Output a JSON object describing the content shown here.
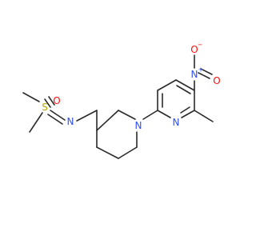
{
  "colors": {
    "bond": "#2a2a2a",
    "nitrogen": "#3050f8",
    "oxygen": "#ff0d0d",
    "sulfur": "#b8a600",
    "background": "#ffffff"
  },
  "atoms": {
    "nitro_oxygen_top": {
      "symbol": "O",
      "charge": "−"
    },
    "nitro_nitrogen": {
      "symbol": "N",
      "charge": "+"
    },
    "nitro_oxygen_right": {
      "symbol": "O"
    },
    "sulfoximine_oxygen": {
      "symbol": "O"
    },
    "sulfur": {
      "symbol": "S"
    },
    "imine_nitrogen": {
      "symbol": "N"
    },
    "piperidine_nitrogen": {
      "symbol": "N"
    },
    "pyridine_nitrogen": {
      "symbol": "N"
    }
  }
}
